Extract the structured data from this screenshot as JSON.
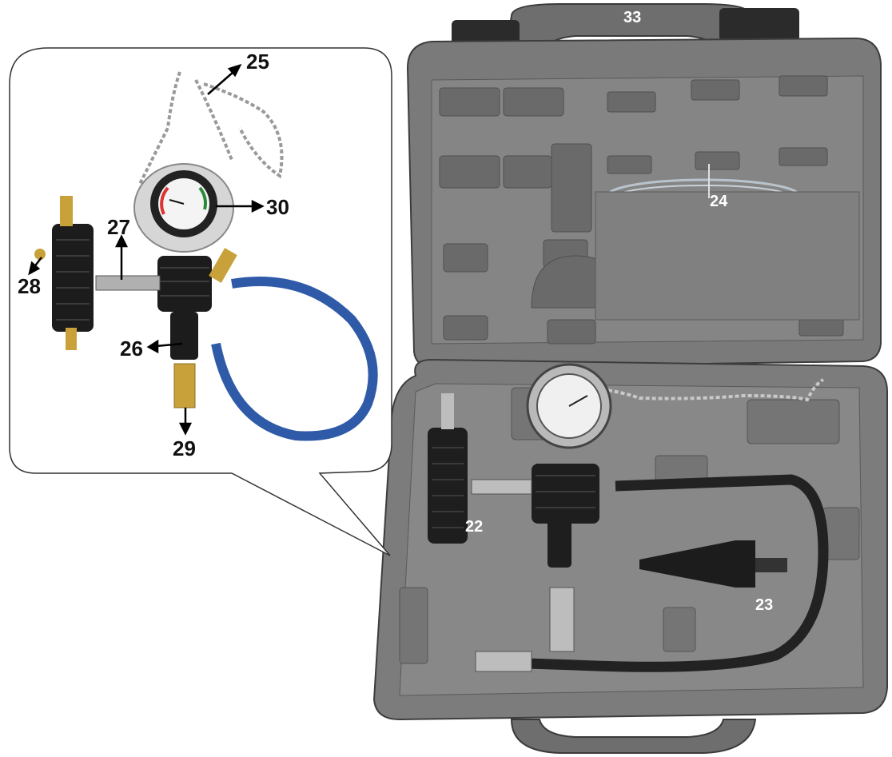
{
  "labels": {
    "handle_top": "33",
    "hose_storage": "24",
    "manifold": "22",
    "cone_adapter": "23",
    "chain": "25",
    "gauge": "30",
    "valve_upper": "27",
    "side_fitting": "28",
    "valve_lower": "26",
    "bottom_coupler": "29"
  },
  "colors": {
    "case_gray": "#777777",
    "case_light": "#8c8c8c",
    "case_dark": "#4a4a4a",
    "hose_blue": "#2f5aa8",
    "brass": "#c9a13a",
    "rubber_black": "#1e1e1e"
  }
}
